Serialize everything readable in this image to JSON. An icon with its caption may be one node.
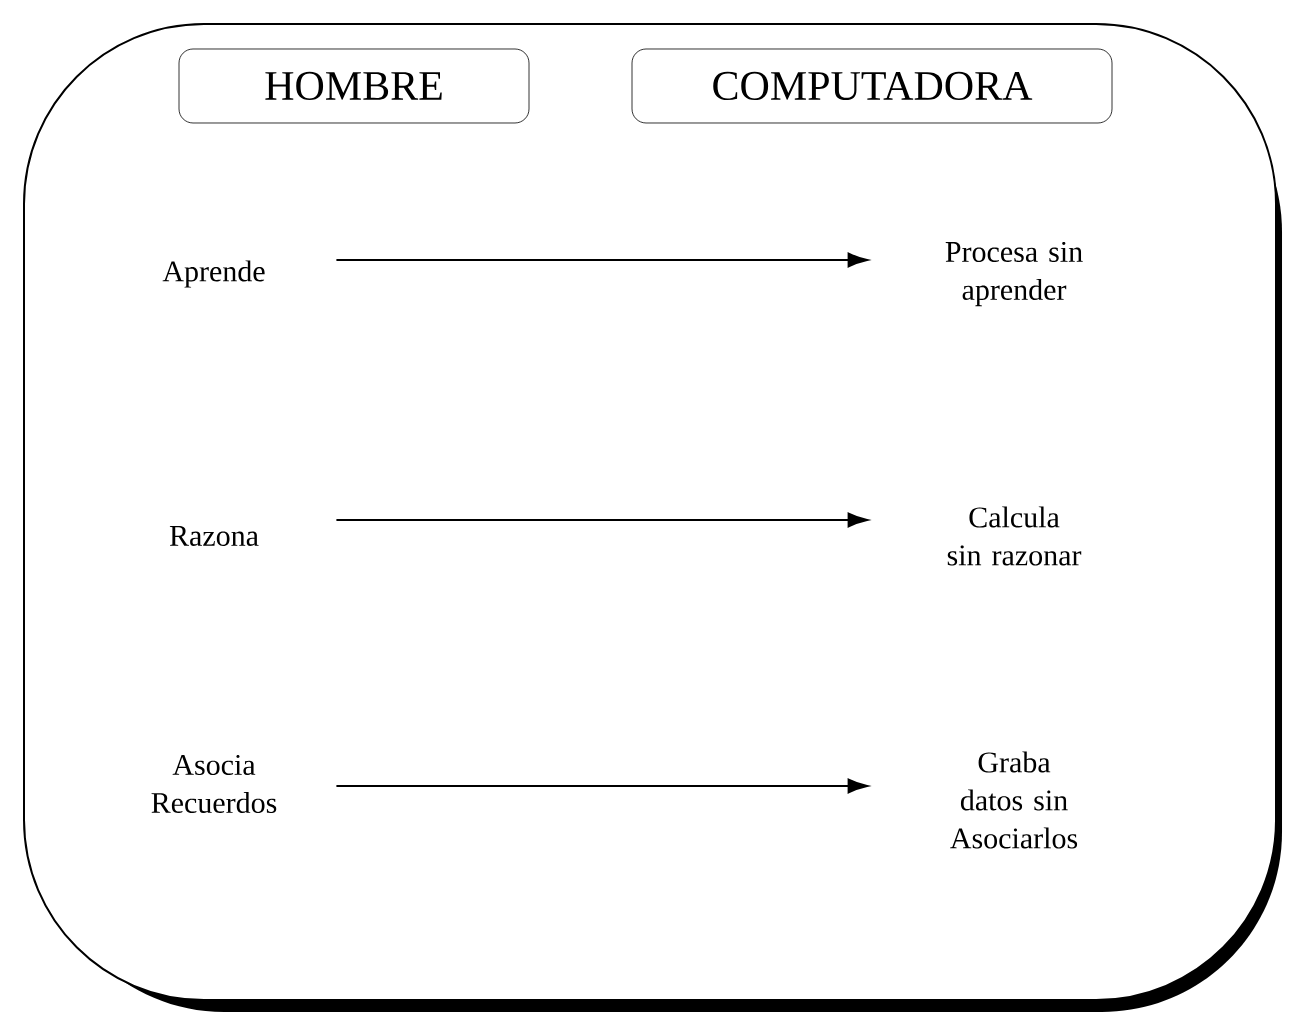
{
  "diagram": {
    "nodes": [
      {
        "text": [],
        "shape": "box"
      },
      {
        "text": [
          "HOMBRE"
        ],
        "in": 0
      },
      {
        "text": [
          "COMPUTADORA"
        ],
        "in": 0
      },
      {
        "text": [
          "Aprende"
        ],
        "in": 0
      },
      {
        "text": [
          "Procesa sin aprender"
        ],
        "in": 0
      },
      {
        "text": [
          "Razona"
        ],
        "in": 0
      },
      {
        "text": [
          "Calcula sin razonar"
        ],
        "in": 0
      },
      {
        "text": [
          "Asocia Recuerdos"
        ],
        "in": 0
      },
      {
        "text": [
          "Graba datos sin Asociarlos"
        ],
        "in": 0
      }
    ],
    "edges": [
      {
        "from": 3,
        "to": 4,
        "arrow": "to"
      },
      {
        "from": 5,
        "to": 6,
        "arrow": "to"
      },
      {
        "from": 7,
        "to": 8,
        "arrow": "to"
      }
    ]
  }
}
